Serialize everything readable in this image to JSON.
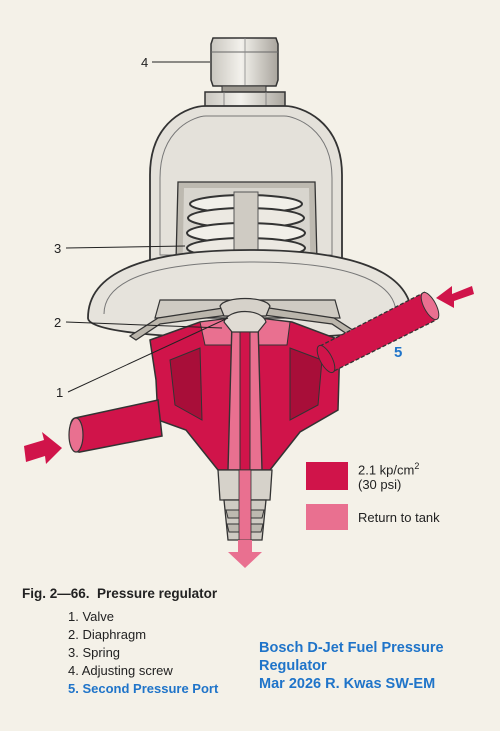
{
  "callouts": {
    "c1": "1",
    "c2": "2",
    "c3": "3",
    "c4": "4",
    "c5": "5"
  },
  "legend": {
    "pressure_line1": "2.1 kp/cm",
    "pressure_sup": "2",
    "pressure_line2": "(30 psi)",
    "return_label": "Return to tank"
  },
  "caption": {
    "figure_number": "Fig. 2—66.",
    "figure_title": "Pressure regulator",
    "items": [
      "1. Valve",
      "2. Diaphragm",
      "3. Spring",
      "4. Adjusting screw",
      "5. Second Pressure Port"
    ]
  },
  "annotation": {
    "line1": "Bosch D-Jet Fuel Pressure",
    "line2": "Regulator",
    "line3": "Mar 2026 R. Kwas  SW-EM"
  },
  "colors": {
    "pressure_fuel": "#d0144a",
    "return_fuel": "#e97090",
    "annotation_blue": "#1f74c9"
  }
}
